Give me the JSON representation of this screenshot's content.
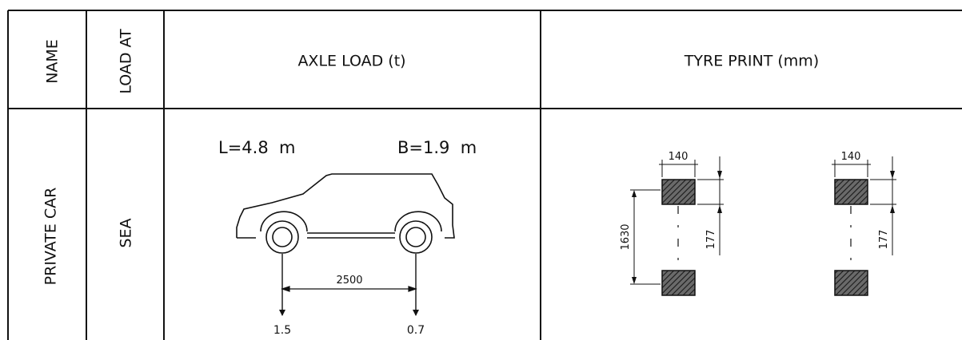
{
  "table": {
    "headers": {
      "name": "NAME",
      "load_at": "LOAD AT",
      "axle_load": "AXLE LOAD (t)",
      "tyre_print": "TYRE PRINT (mm)"
    },
    "rows": [
      {
        "name": "PRIVATE CAR",
        "load_at": "SEA",
        "length_label": "L=4.8  m",
        "breadth_label": "B=1.9  m",
        "wheelbase": "2500",
        "front_axle_load": "1.5",
        "rear_axle_load": "0.7",
        "tyre_width": "140",
        "tyre_length": "177",
        "track_width": "1630"
      }
    ]
  }
}
